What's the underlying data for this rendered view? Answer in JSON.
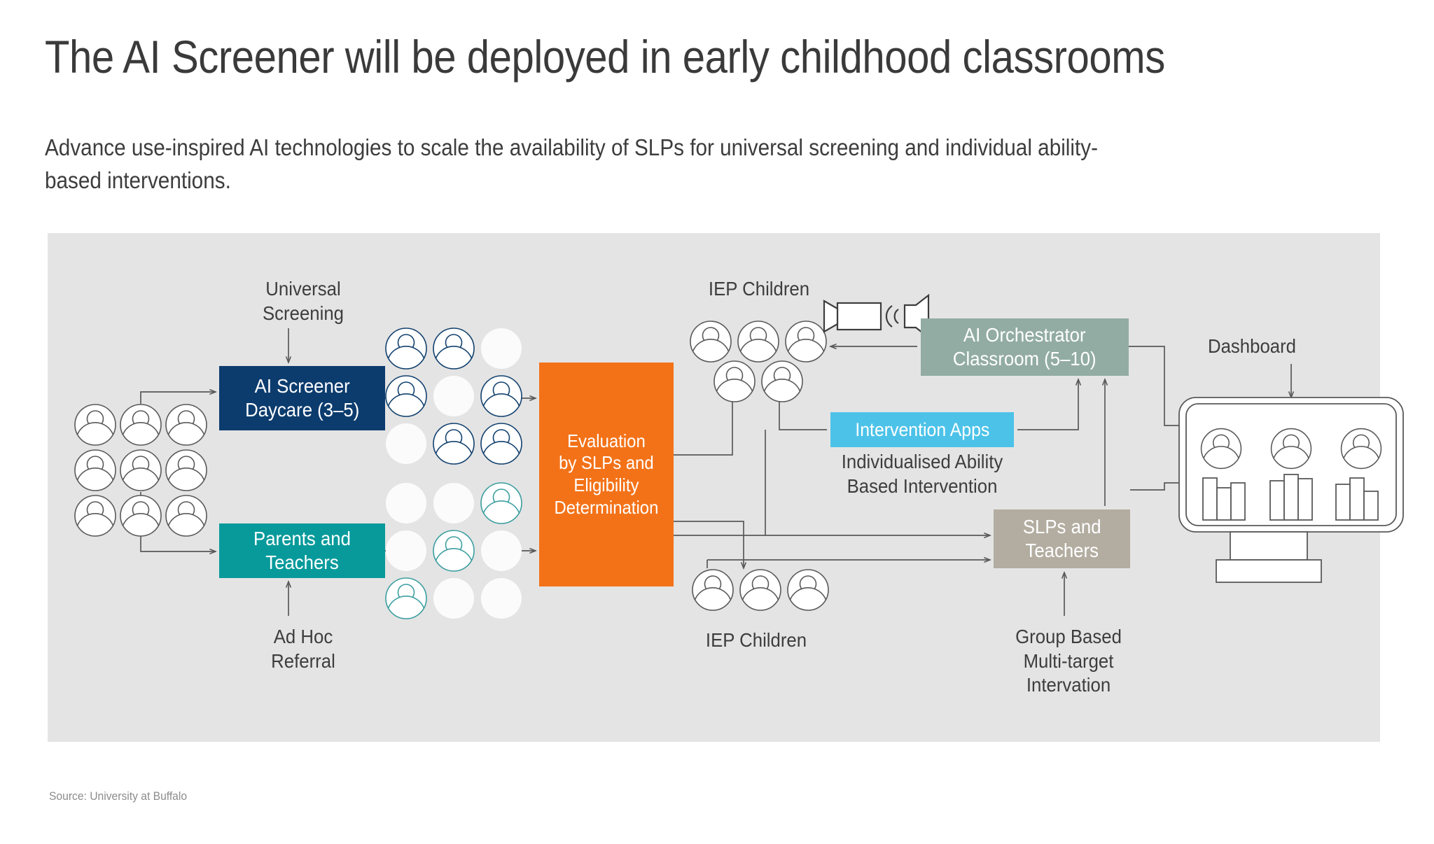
{
  "header": {
    "title": "The AI Screener will be deployed in early childhood classrooms",
    "subtitle": "Advance use-inspired AI technologies to scale the availability of SLPs for universal screening and individual ability-based interventions."
  },
  "footer": {
    "source": "Source: University at Buffalo"
  },
  "colors": {
    "panel_bg": "#e4e4e4",
    "navy": "#0c3c6e",
    "teal": "#089a9b",
    "orange": "#f37218",
    "sage": "#92aca3",
    "skyblue": "#4cc2e8",
    "warmgray": "#b3ada1",
    "line": "#595959",
    "text": "#3d3d3d"
  },
  "diagram": {
    "boxes": {
      "ai_screener": "AI Screener\nDaycare (3–5)",
      "ai_screener_line1": "AI Screener",
      "ai_screener_line2": "Daycare (3–5)",
      "parents_teachers_line1": "Parents and",
      "parents_teachers_line2": "Teachers",
      "evaluation_line1": "Evaluation",
      "evaluation_line2": "by SLPs and",
      "evaluation_line3": "Eligibility",
      "evaluation_line4": "Determination",
      "orchestrator_line1": "AI Orchestrator",
      "orchestrator_line2": "Classroom (5–10)",
      "intervention_apps": "Intervention Apps",
      "slps_teachers_line1": "SLPs and",
      "slps_teachers_line2": "Teachers"
    },
    "captions": {
      "universal_screening_line1": "Universal",
      "universal_screening_line2": "Screening",
      "ad_hoc_referral_line1": "Ad Hoc",
      "ad_hoc_referral_line2": "Referral",
      "iep_children_top": "IEP Children",
      "iep_children_bottom": "IEP Children",
      "individualised_line1": "Individualised Ability",
      "individualised_line2": "Based Intervention",
      "group_based_line1": "Group Based",
      "group_based_line2": "Multi-target",
      "group_based_line3": "Intervation",
      "dashboard": "Dashboard"
    },
    "icons": {
      "camera": "camera-icon",
      "speaker": "speaker-icon",
      "monitor": "dashboard-monitor-icon",
      "person": "person-icon"
    },
    "clusters": {
      "source_population": {
        "rows": 3,
        "cols": 3,
        "filled": [
          1,
          1,
          1,
          1,
          1,
          1,
          1,
          1,
          1
        ],
        "outline": "#595959"
      },
      "screened_navy": {
        "rows": 3,
        "cols": 3,
        "filled": [
          1,
          1,
          0,
          1,
          0,
          1,
          0,
          1,
          1
        ],
        "outline": "#12416e"
      },
      "referred_teal": {
        "rows": 3,
        "cols": 3,
        "filled": [
          0,
          0,
          1,
          0,
          1,
          0,
          1,
          0,
          0
        ],
        "outline": "#3c9ea0"
      },
      "iep_top_row1": 3,
      "iep_top_row2": 2,
      "iep_bottom_row": 3,
      "dashboard_people": 3
    },
    "dashboard_chart": {
      "type": "bar",
      "groups": [
        {
          "values": [
            88,
            58,
            72
          ]
        },
        {
          "values": [
            78,
            100,
            90
          ]
        },
        {
          "values": [
            70,
            84,
            52
          ]
        }
      ],
      "ylim": [
        0,
        100
      ]
    }
  }
}
